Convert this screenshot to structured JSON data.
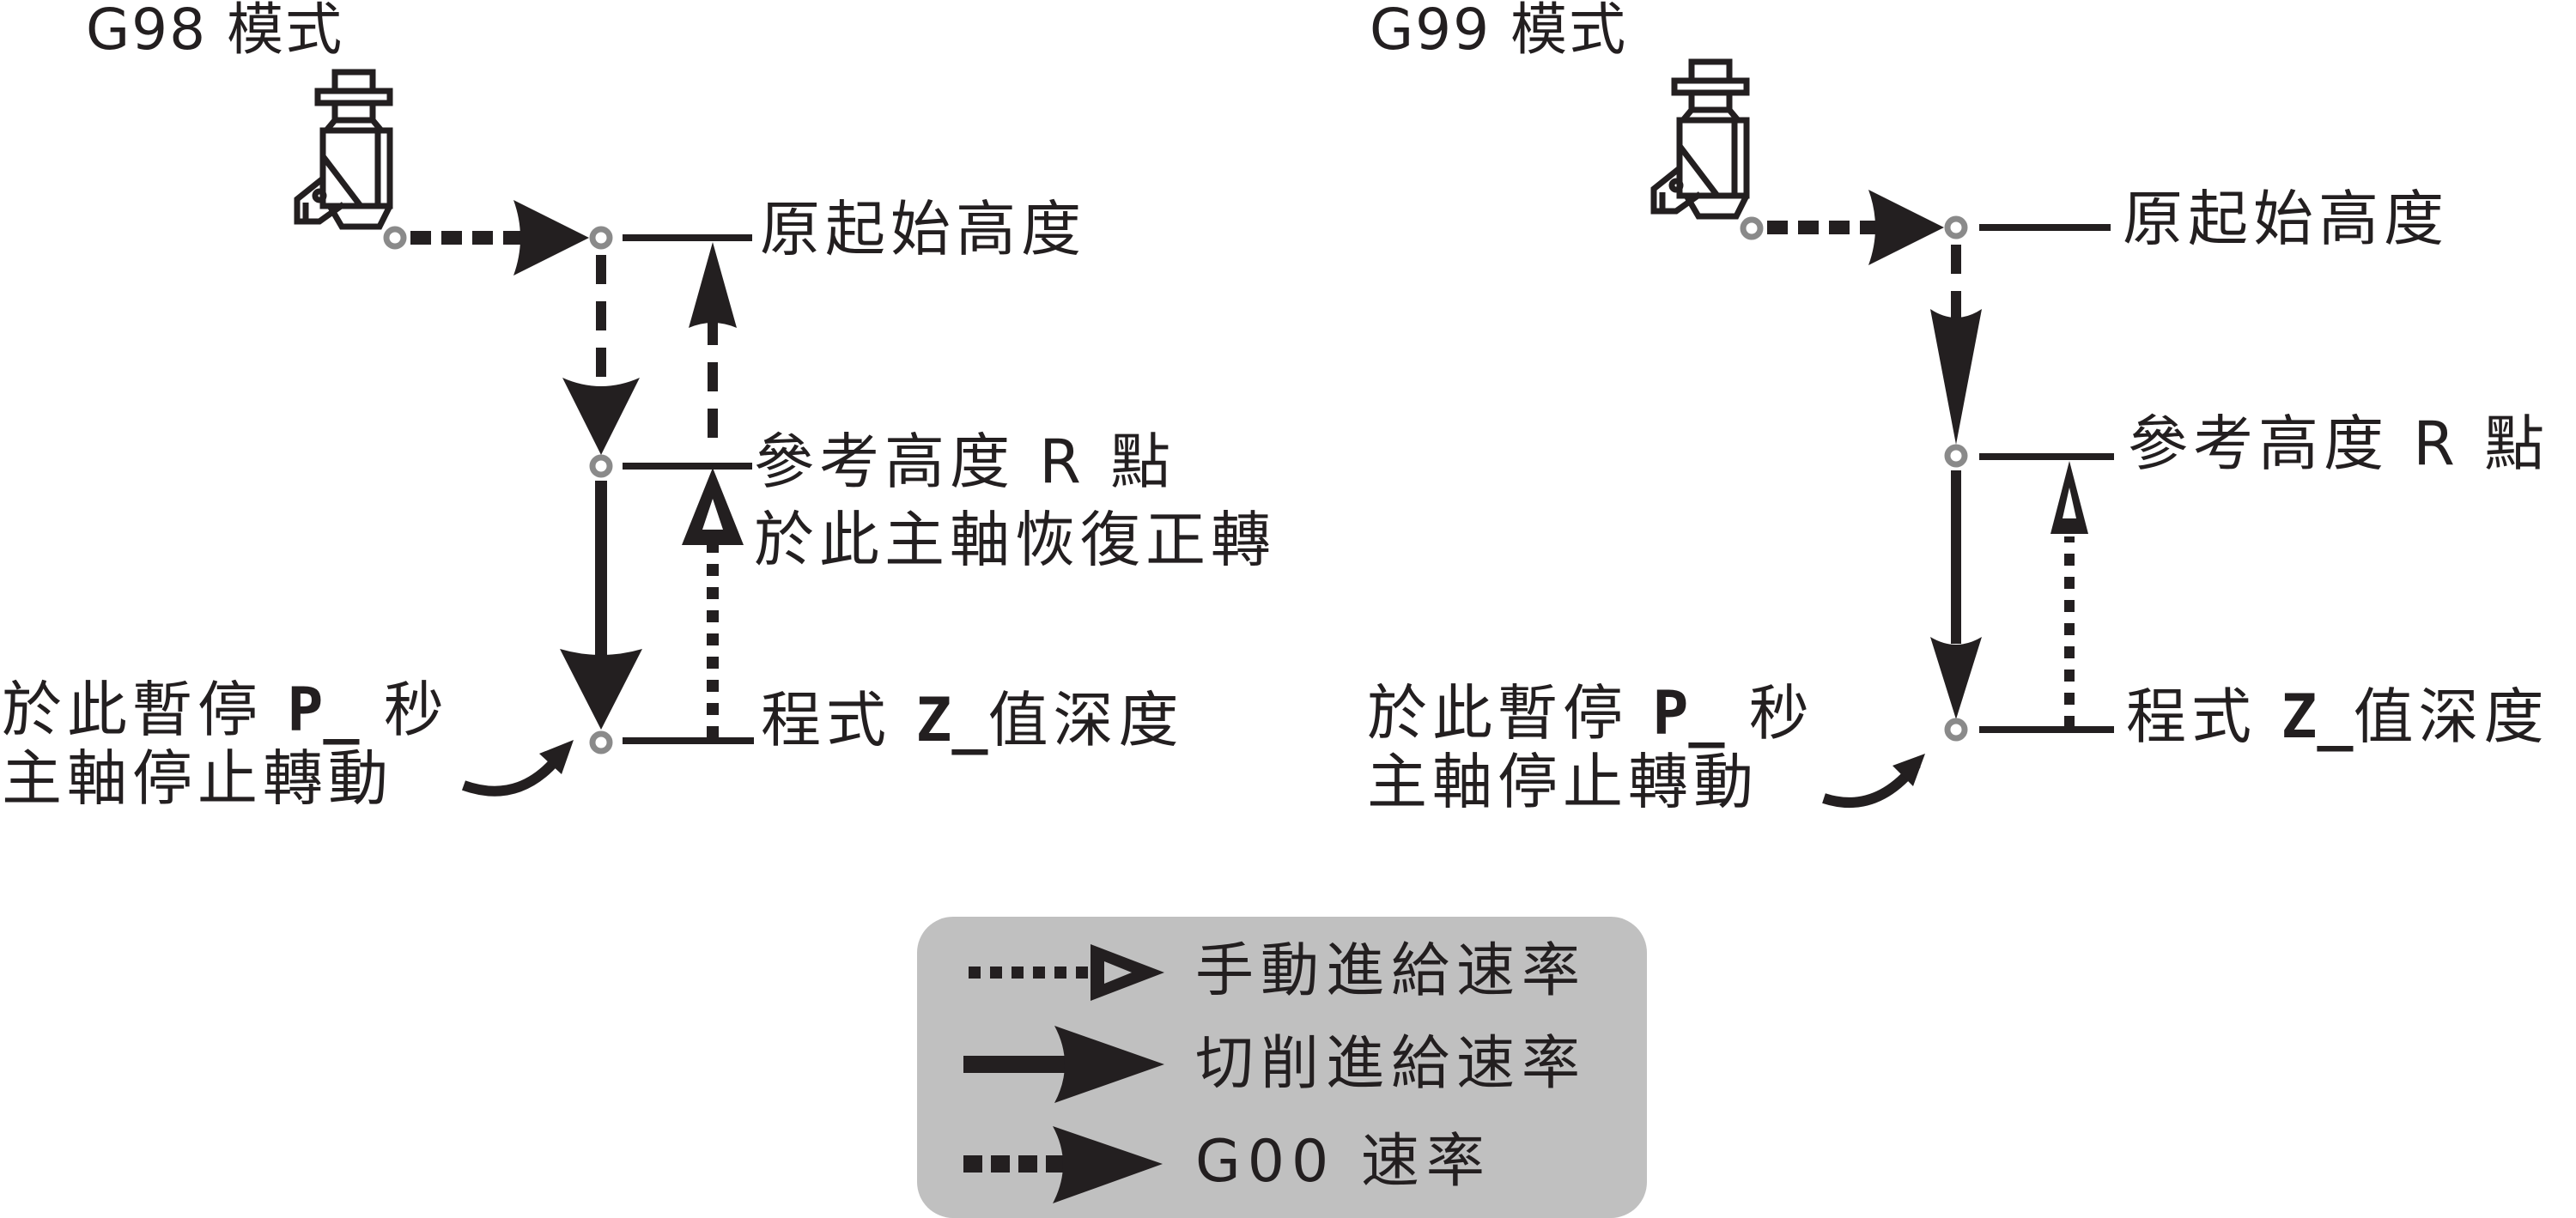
{
  "diagram": {
    "colors": {
      "ink": "#231f20",
      "node": "#8a8a8a",
      "legend_bg": "#c0c0c0",
      "background": "#ffffff"
    },
    "panels": [
      {
        "id": "g98",
        "title": "G98 模式",
        "labels": {
          "initial_height": "原起始高度",
          "r_point": "參考高度 R 點",
          "r_point_note": "於此主軸恢復正轉",
          "z_depth_prefix": "程式",
          "z_depth_var": "Z_",
          "z_depth_suffix": "值深度",
          "dwell_prefix": "於此暫停",
          "dwell_var": "P_",
          "dwell_suffix": "秒",
          "spindle_stop": "主軸停止轉動"
        },
        "icons": [
          "spindle-head-icon"
        ],
        "paths": [
          {
            "from": "start",
            "to": "initial_height",
            "type": "rapid"
          },
          {
            "from": "initial_height",
            "to": "r_point",
            "type": "rapid"
          },
          {
            "from": "r_point",
            "to": "z_depth",
            "type": "cutting_feed"
          },
          {
            "from": "z_depth",
            "to": "r_point",
            "type": "manual_feed"
          },
          {
            "from": "r_point",
            "to": "initial_height",
            "type": "rapid"
          }
        ]
      },
      {
        "id": "g99",
        "title": "G99 模式",
        "labels": {
          "initial_height": "原起始高度",
          "r_point": "參考高度 R 點",
          "z_depth_prefix": "程式",
          "z_depth_var": "Z_",
          "z_depth_suffix": "值深度",
          "dwell_prefix": "於此暫停",
          "dwell_var": "P_",
          "dwell_suffix": "秒",
          "spindle_stop": "主軸停止轉動"
        },
        "icons": [
          "spindle-head-icon"
        ],
        "paths": [
          {
            "from": "start",
            "to": "initial_height",
            "type": "rapid"
          },
          {
            "from": "initial_height",
            "to": "r_point",
            "type": "rapid"
          },
          {
            "from": "r_point",
            "to": "z_depth",
            "type": "cutting_feed"
          },
          {
            "from": "z_depth",
            "to": "r_point",
            "type": "manual_feed"
          }
        ]
      }
    ],
    "legend": [
      {
        "type": "manual_feed",
        "icon": "dotted-open-arrow-icon",
        "label": "手動進給速率"
      },
      {
        "type": "cutting_feed",
        "icon": "solid-arrow-icon",
        "label": "切削進給速率"
      },
      {
        "type": "rapid",
        "icon": "dashed-arrow-icon",
        "label": "G00 速率"
      }
    ]
  }
}
